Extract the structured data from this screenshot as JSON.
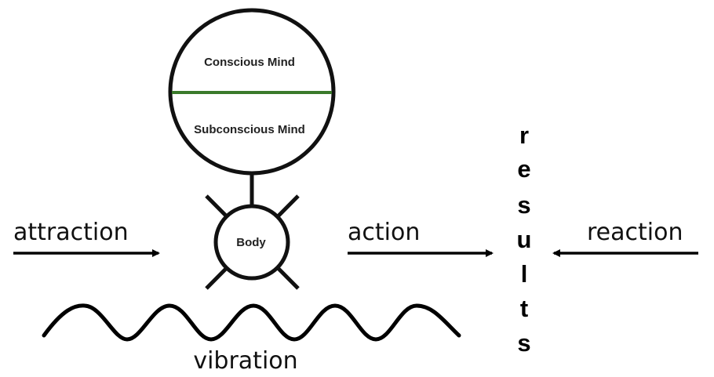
{
  "mind": {
    "conscious": "Conscious Mind",
    "subconscious": "Subconscious Mind",
    "divider_color": "#3a7a2a"
  },
  "body": "Body",
  "labels": {
    "attraction": "attraction",
    "action": "action",
    "reaction": "reaction",
    "vibration": "vibration"
  },
  "results": [
    "r",
    "e",
    "s",
    "u",
    "l",
    "t",
    "s"
  ]
}
